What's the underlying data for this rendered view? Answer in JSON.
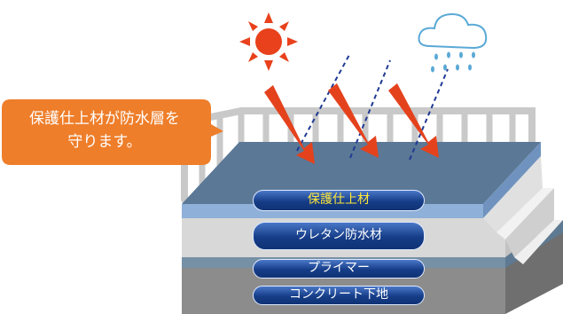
{
  "callout": {
    "line1": "保護仕上材が防水層を",
    "line2": "守ります。"
  },
  "layers": [
    {
      "label": "保護仕上材",
      "highlight": true
    },
    {
      "label": "ウレタン防水材",
      "highlight": false
    },
    {
      "label": "プライマー",
      "highlight": false
    },
    {
      "label": "コンクリート下地",
      "highlight": false
    }
  ],
  "colors": {
    "callout": "#ee7e2a",
    "sun": "#e8411b",
    "arrow": "#e4421d",
    "rain_line": "#1f3a93",
    "protective_top": "#5b7896",
    "protective_edge": "#8fb0d8",
    "urethane": "#d8d8d8",
    "concrete": "#8c8c8c",
    "label_highlight": "#ffe83a"
  }
}
